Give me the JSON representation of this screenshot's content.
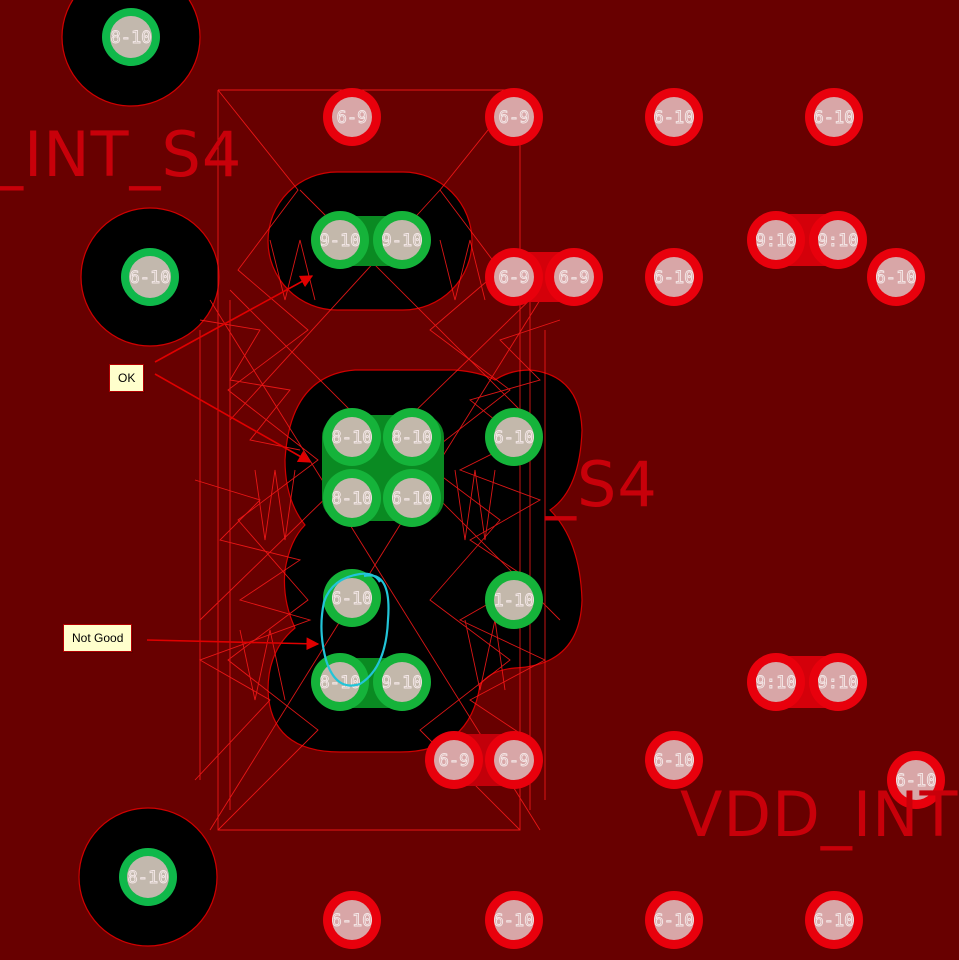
{
  "net_labels": {
    "top_left": "_INT_S4",
    "middle": "_S4",
    "bottom_right": "VDD_INT"
  },
  "callouts": {
    "ok": "OK",
    "not_good": "Not Good"
  },
  "colors": {
    "board": "#680000",
    "red_pad": "#e8000c",
    "green_pad": "#15b33a",
    "clearance": "#000000",
    "drill": "#d6b8b8",
    "highlight_circle": "#22c4d8",
    "arrow": "#e00000"
  },
  "vias": {
    "large_left": [
      {
        "label": "8-10"
      },
      {
        "label": "6-10"
      },
      {
        "label": "8-10"
      }
    ],
    "green": [
      {
        "label": "9-10"
      },
      {
        "label": "9-10"
      },
      {
        "label": "6-10"
      },
      {
        "label": "8-10"
      },
      {
        "label": "8-10"
      },
      {
        "label": "8-10"
      },
      {
        "label": "6-10"
      },
      {
        "label": "1-10"
      },
      {
        "label": "6-10"
      },
      {
        "label": "8-10"
      },
      {
        "label": "9-10"
      }
    ],
    "red": [
      {
        "label": "6-9"
      },
      {
        "label": "6-9"
      },
      {
        "label": "6-10"
      },
      {
        "label": "6-10"
      },
      {
        "label": "6-9"
      },
      {
        "label": "6-9"
      },
      {
        "label": "6-10"
      },
      {
        "label": "9:10"
      },
      {
        "label": "9:10"
      },
      {
        "label": "6-10"
      },
      {
        "label": "9:10"
      },
      {
        "label": "9:10"
      },
      {
        "label": "6-9"
      },
      {
        "label": "6-9"
      },
      {
        "label": "6-10"
      },
      {
        "label": "6-10"
      },
      {
        "label": "6-10"
      },
      {
        "label": "6-10"
      },
      {
        "label": "6-10"
      },
      {
        "label": "6-10"
      }
    ]
  }
}
